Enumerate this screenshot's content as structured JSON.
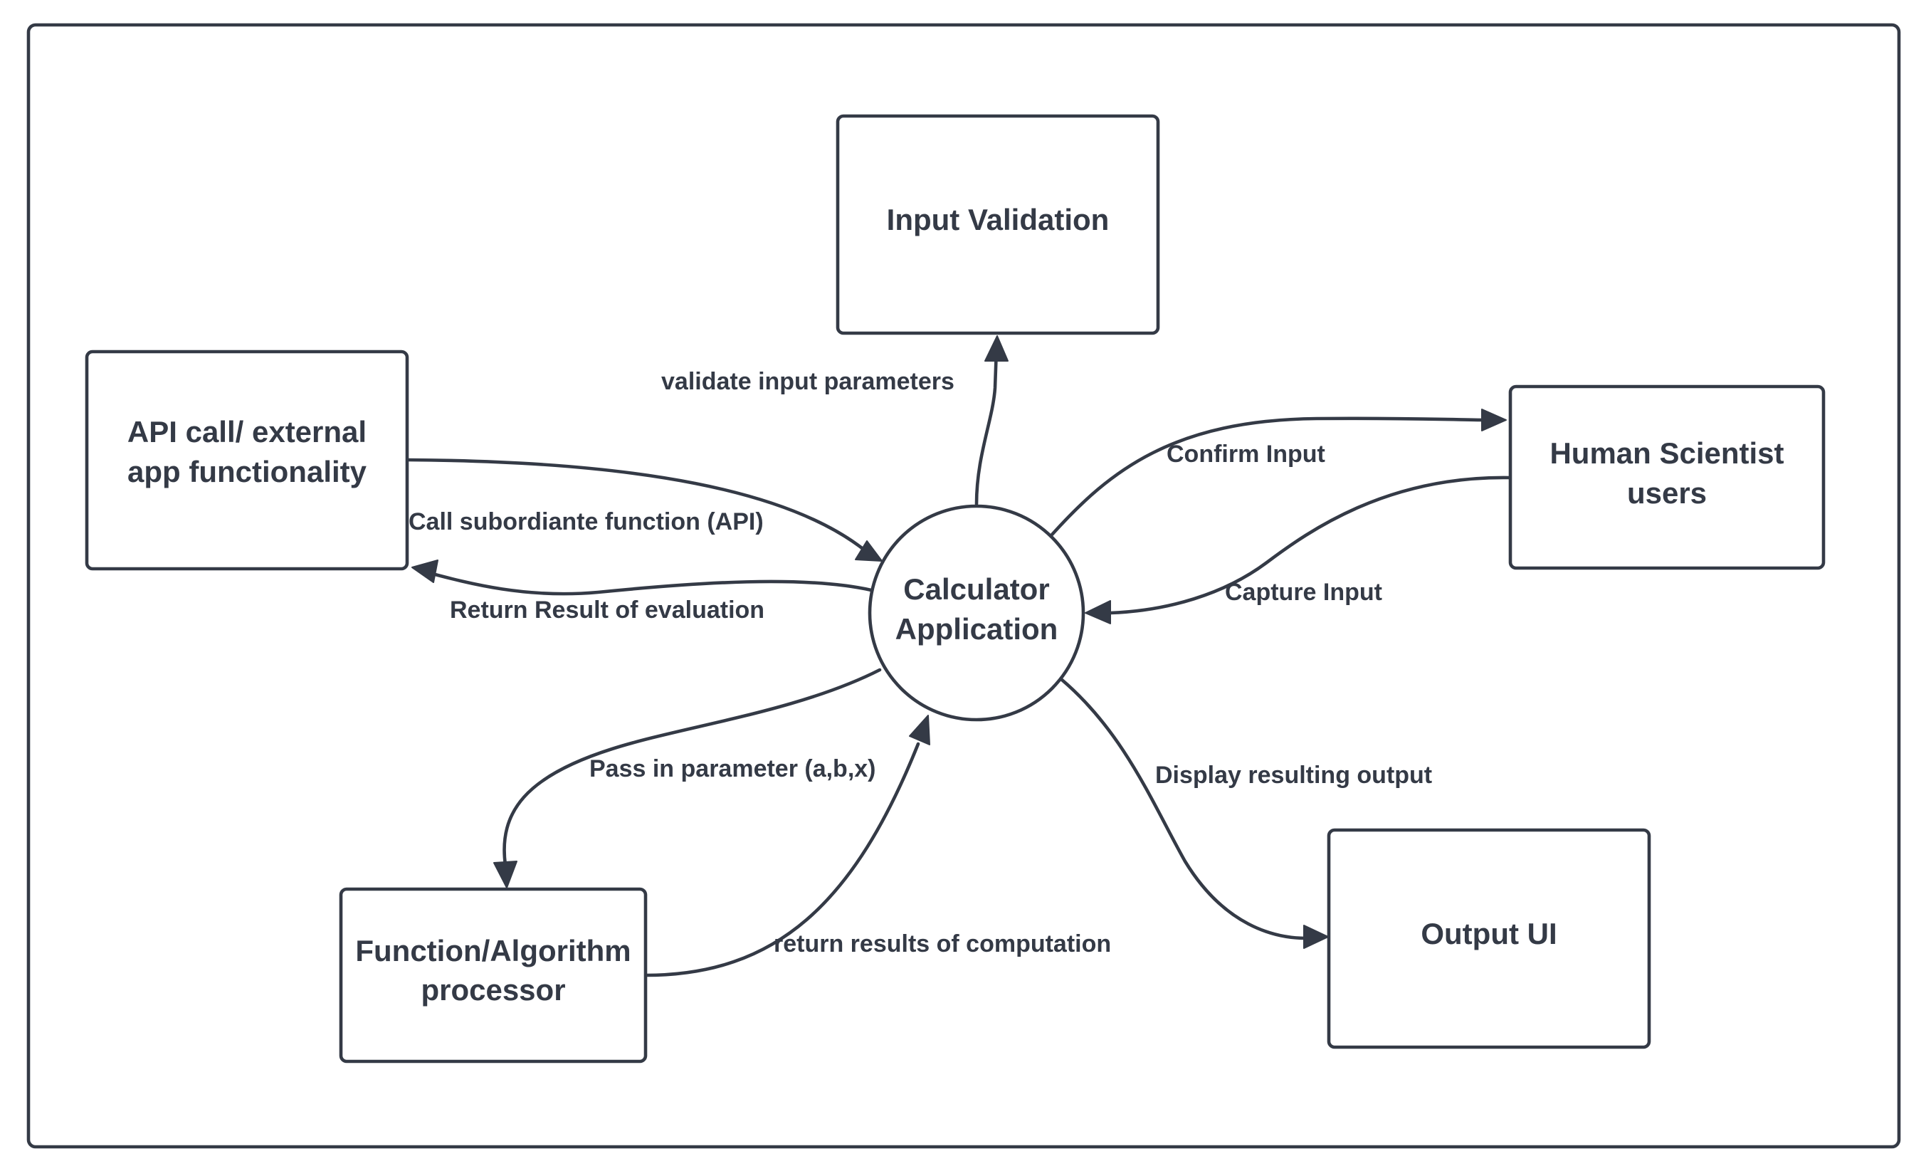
{
  "nodes": {
    "input_validation": {
      "label_lines": [
        "Input Validation"
      ]
    },
    "api_call": {
      "label_lines": [
        "API call/ external",
        "app functionality"
      ]
    },
    "human_users": {
      "label_lines": [
        "Human Scientist",
        "users"
      ]
    },
    "calculator": {
      "label_lines": [
        "Calculator",
        "Application"
      ]
    },
    "function_processor": {
      "label_lines": [
        "Function/Algorithm",
        "processor"
      ]
    },
    "output_ui": {
      "label_lines": [
        "Output UI"
      ]
    }
  },
  "edges": {
    "validate_input": {
      "label": "validate input parameters"
    },
    "call_subordinate": {
      "label": "Call subordiante function (API)"
    },
    "return_result": {
      "label": "Return Result of evaluation"
    },
    "confirm_input": {
      "label": "Confirm Input"
    },
    "capture_input": {
      "label": "Capture Input"
    },
    "pass_parameter": {
      "label": "Pass in parameter (a,b,x)"
    },
    "return_computation": {
      "label": "return results of computation"
    },
    "display_output": {
      "label": "Display resulting output"
    }
  },
  "colors": {
    "stroke": "#343a46",
    "text": "#343a46",
    "background": "#ffffff"
  }
}
